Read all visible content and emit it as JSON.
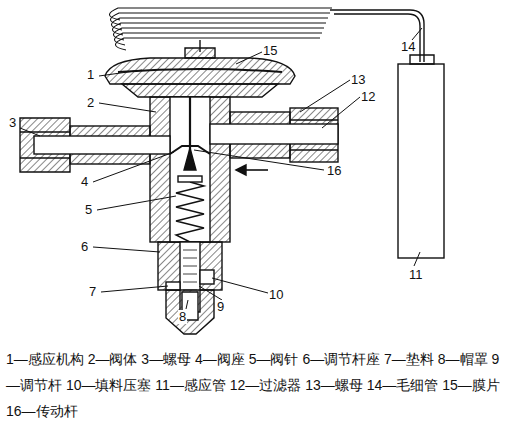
{
  "diagram": {
    "caption": "1—感应机构 2—阀体 3—螺母 4—阀座 5—阀针 6—调节杆座 7—垫料 8—帽罩 9—调节杆 10—填料压塞 11—感应管 12—过滤器 13—螺母 14—毛细管 15—膜片 16—传动杆",
    "labels": [
      "1",
      "2",
      "3",
      "4",
      "5",
      "6",
      "7",
      "8",
      "9",
      "10",
      "11",
      "12",
      "13",
      "14",
      "15",
      "16"
    ]
  }
}
